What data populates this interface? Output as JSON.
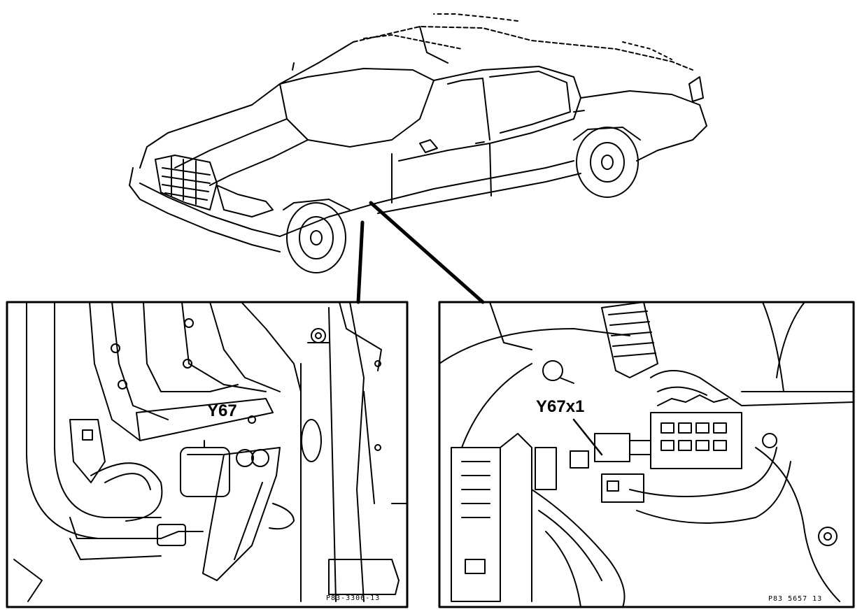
{
  "labels": {
    "left_component": "Y67",
    "right_connector": "Y67x1"
  },
  "reference_codes": {
    "left_panel": "P83-3306-13",
    "right_panel": "P83 5657 13"
  },
  "colors": {
    "ink": "#000000",
    "paper": "#ffffff"
  }
}
